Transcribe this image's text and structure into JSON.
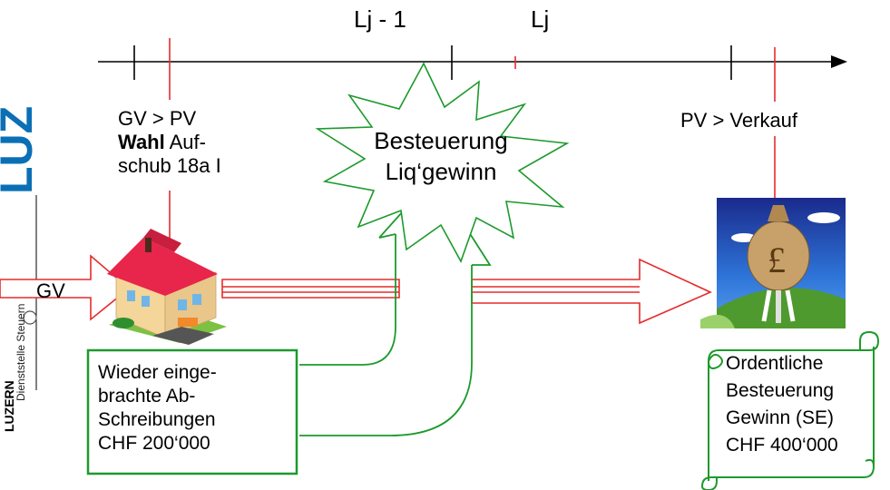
{
  "logo": {
    "letters": "LUZ",
    "name": "LUZERN",
    "subtitle": "Dienststelle Steuern"
  },
  "timeline": {
    "label_prev": "Lj - 1",
    "label_curr": "Lj"
  },
  "left_note": {
    "line1": "GV > PV",
    "line2_bold": "Wahl",
    "line2_rest": " Auf-",
    "line3": "schub 18a I"
  },
  "right_note": "PV > Verkauf",
  "starburst": {
    "line1": "Besteuerung",
    "line2": "Liq‘gewinn"
  },
  "gv_label": "GV",
  "left_box": {
    "line1": "Wieder einge-",
    "line2": "brachte Ab-",
    "line3": "Schreibungen",
    "line4": "CHF 200‘000"
  },
  "right_scroll": {
    "line1": "Ordentliche",
    "line2": "Besteuerung",
    "line3": "Gewinn (SE)",
    "line4": "CHF 400‘000"
  },
  "colors": {
    "red": "#e52b2b",
    "green": "#1d9a2c",
    "blue": "#0b6fb5"
  },
  "icons": [
    "house-icon",
    "money-bag-icon"
  ]
}
